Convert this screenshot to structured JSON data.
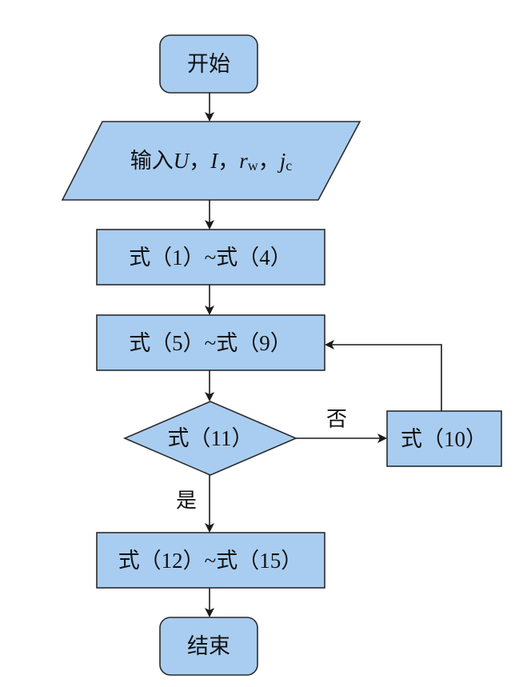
{
  "nodes": {
    "start": "开始",
    "input": {
      "prefix": "输入",
      "v1": "U",
      "v2": "I",
      "v3": "r",
      "v3_sub": "w",
      "v4": "j",
      "v4_sub": "c",
      "sep": "，"
    },
    "step1": "式（1）~式（4）",
    "step2": "式（5）~式（9）",
    "decision": "式（11）",
    "step_no": "式（10）",
    "step3": "式（12）~式（15）",
    "end": "结束"
  },
  "edges": {
    "no_label": "否",
    "yes_label": "是"
  },
  "colors": {
    "node_fill": "#a9cdf0",
    "stroke": "#2b2b2b"
  }
}
